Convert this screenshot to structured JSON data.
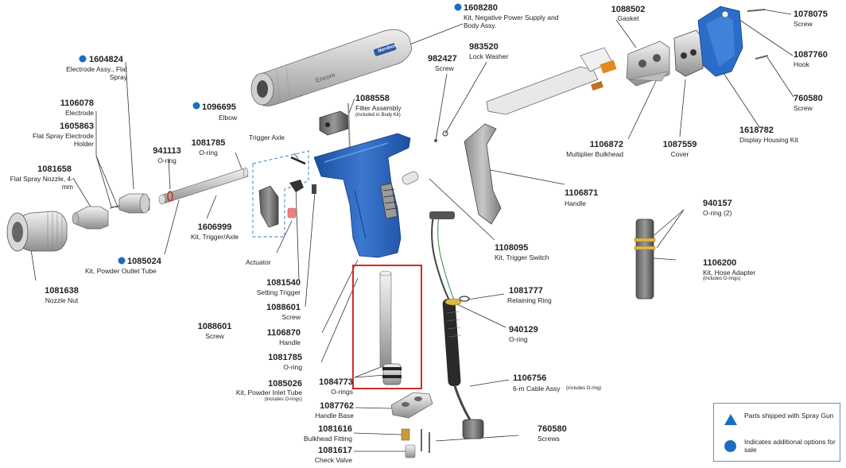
{
  "parts": [
    {
      "id": "p1608280",
      "number": "1608280",
      "desc": "Kit, Negative Power Supply and Body Assy.",
      "marker": "dot"
    },
    {
      "id": "p1088502",
      "number": "1088502",
      "desc": "Gasket"
    },
    {
      "id": "p1078075",
      "number": "1078075",
      "desc": "Screw"
    },
    {
      "id": "p1087760",
      "number": "1087760",
      "desc": "Hook"
    },
    {
      "id": "p760580a",
      "number": "760580",
      "desc": "Screw"
    },
    {
      "id": "p1618782",
      "number": "1618782",
      "desc": "Display Housing Kit"
    },
    {
      "id": "p1087559",
      "number": "1087559",
      "desc": "Cover"
    },
    {
      "id": "p1106872",
      "number": "1106872",
      "desc": "Multiplier Bulkhead"
    },
    {
      "id": "p983520",
      "number": "983520",
      "desc": "Lock Washer"
    },
    {
      "id": "p982427",
      "number": "982427",
      "desc": "Screw"
    },
    {
      "id": "p1088558",
      "number": "1088558",
      "desc": "Filter Assembly",
      "note": "(included in Body Kit)"
    },
    {
      "id": "p1604824",
      "number": "1604824",
      "desc": "Electrode Assy., Flat Spray",
      "marker": "dot"
    },
    {
      "id": "p1106078",
      "number": "1106078",
      "desc": "Electrode"
    },
    {
      "id": "p1605863",
      "number": "1605863",
      "desc": "Flat Spray Electrode Holder"
    },
    {
      "id": "p1096695",
      "number": "1096695",
      "desc": "Elbow",
      "marker": "dot"
    },
    {
      "id": "p1081785a",
      "number": "1081785",
      "desc": "O-ring"
    },
    {
      "id": "p941113",
      "number": "941113",
      "desc": "O-ring"
    },
    {
      "id": "p1081658",
      "number": "1081658",
      "desc": "Flat Spray Nozzle, 4-mm"
    },
    {
      "id": "p1606999",
      "number": "1606999",
      "desc": "Kit, Trigger/Axle"
    },
    {
      "id": "p1085024",
      "number": "1085024",
      "desc": "Kit, Powder Outlet Tube",
      "marker": "dot"
    },
    {
      "id": "p1081638",
      "number": "1081638",
      "desc": "Nozzle Nut"
    },
    {
      "id": "p1106871",
      "number": "1106871",
      "desc": "Handle"
    },
    {
      "id": "p940157",
      "number": "940157",
      "desc": "O-ring (2)"
    },
    {
      "id": "p1106200",
      "number": "1106200",
      "desc": "Kit, Hose Adapter",
      "note": "(includes O-rings)"
    },
    {
      "id": "p1108095",
      "number": "1108095",
      "desc": "Kit, Trigger Switch"
    },
    {
      "id": "p1081540",
      "number": "1081540",
      "desc": "Setting Trigger"
    },
    {
      "id": "p1088601a",
      "number": "1088601",
      "desc": "Screw"
    },
    {
      "id": "p1088601b",
      "number": "1088601",
      "desc": "Screw"
    },
    {
      "id": "p1106870",
      "number": "1106870",
      "desc": "Handle"
    },
    {
      "id": "p1081785b",
      "number": "1081785",
      "desc": "O-ring"
    },
    {
      "id": "p1081777",
      "number": "1081777",
      "desc": "Retaining Ring"
    },
    {
      "id": "p940129",
      "number": "940129",
      "desc": "O-ring"
    },
    {
      "id": "p1085026",
      "number": "1085026",
      "desc": "Kit, Powder Inlet Tube",
      "note": "(includes O-rings)"
    },
    {
      "id": "p1084773",
      "number": "1084773",
      "desc": "O-rings"
    },
    {
      "id": "p1106756",
      "number": "1106756",
      "desc": "6-m Cable Assy",
      "note": "(includes O-ring)"
    },
    {
      "id": "p1087762",
      "number": "1087762",
      "desc": "Handle Base"
    },
    {
      "id": "p1081616",
      "number": "1081616",
      "desc": "Bulkhead Fitting"
    },
    {
      "id": "p1081617",
      "number": "1081617",
      "desc": "Check Valve"
    },
    {
      "id": "p760580b",
      "number": "760580",
      "desc": "Screws"
    }
  ],
  "callouts": {
    "trigger_axle": "Trigger Axle",
    "actuator": "Actuator"
  },
  "gun_labels": {
    "brand": "Encore",
    "logo": "Nordson"
  },
  "legend": {
    "triangle": "Parts shipped with Spray Gun",
    "dot": "Indicates additional options for sale"
  },
  "colors": {
    "accent_blue": "#1a6ec0",
    "gun_blue": "#2563b8",
    "highlight_red": "#d22a2a",
    "leader": "#333333"
  }
}
